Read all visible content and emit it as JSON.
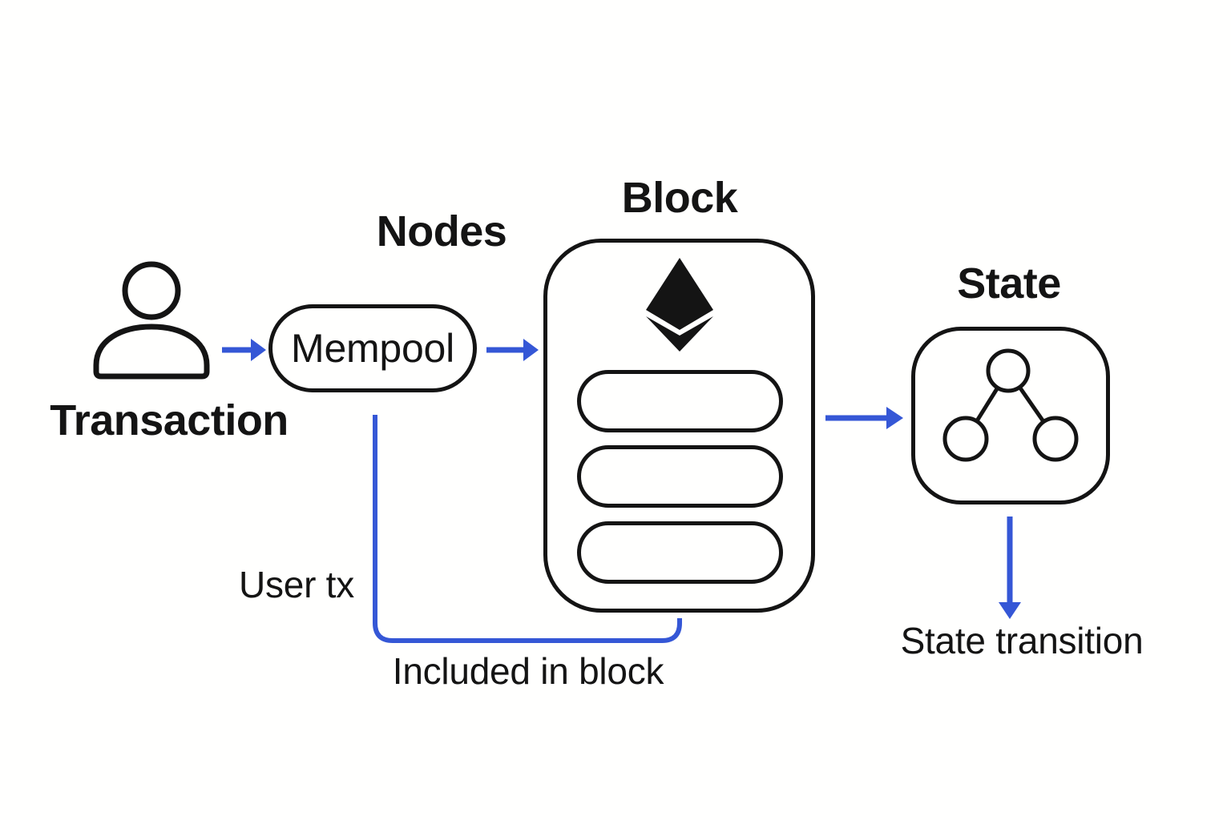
{
  "diagram": {
    "labels": {
      "transaction": "Transaction",
      "nodes": "Nodes",
      "mempool": "Mempool",
      "block": "Block",
      "state": "State",
      "user_tx": "User tx",
      "included_in_block": "Included in block",
      "state_transition": "State transition"
    },
    "colors": {
      "arrow": "#3557d6",
      "stroke": "#141414",
      "background": "#fffffe"
    },
    "icons": [
      "user-icon",
      "ethereum-logo-icon",
      "state-trie-icon"
    ],
    "block_slots": 3,
    "flow": [
      {
        "from": "Transaction",
        "to": "Mempool"
      },
      {
        "from": "Mempool",
        "to": "Block"
      },
      {
        "from": "Block",
        "to": "State"
      },
      {
        "from": "Mempool",
        "to": "Block",
        "label": "User tx — Included in block"
      },
      {
        "from": "State",
        "to": "State transition"
      }
    ]
  }
}
